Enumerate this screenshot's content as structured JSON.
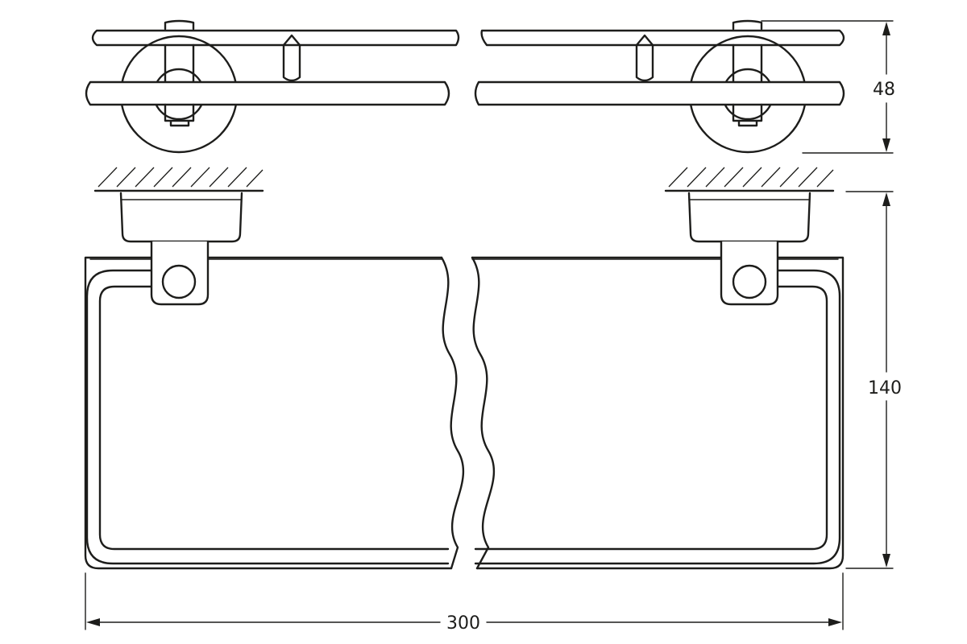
{
  "dimensions": {
    "width": "300",
    "height": "140",
    "depth": "48"
  }
}
